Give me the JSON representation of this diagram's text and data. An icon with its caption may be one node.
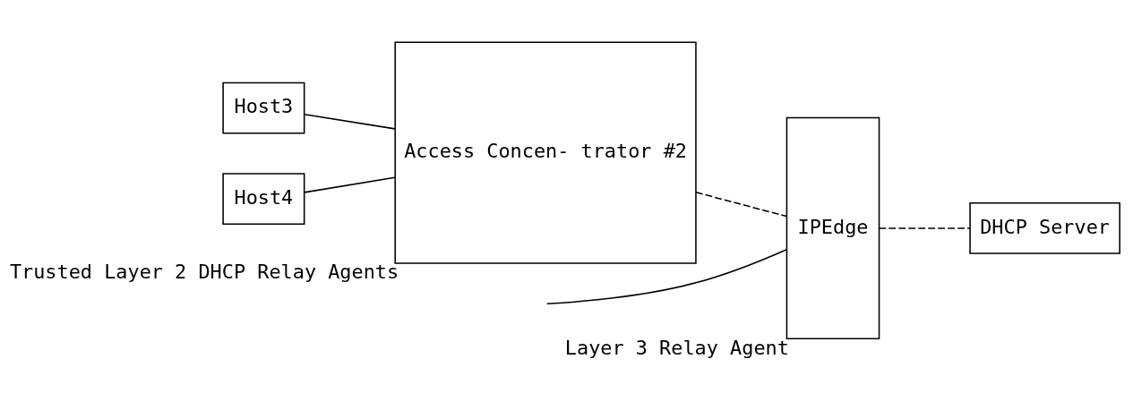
{
  "diagram": {
    "nodes": [
      {
        "text": [
          "Host3"
        ]
      },
      {
        "text": [
          "Host4"
        ]
      },
      {
        "text": [
          "Access Concen- trator #2"
        ],
        "beside": [
          "Trusted Layer 2 DHCP Relay Agents"
        ]
      },
      {
        "text": [
          "IPEdge"
        ],
        "beside": [
          "Layer 3 Relay Agent"
        ]
      },
      {
        "text": [
          "DHCP Server"
        ]
      }
    ],
    "edges": [
      {
        "from": 0,
        "to": 2,
        "arrow": "none"
      },
      {
        "from": 1,
        "to": 2,
        "arrow": "none"
      },
      {
        "from": 2,
        "to": 3,
        "arrow": "none",
        "style": "dashed"
      },
      {
        "from": null,
        "to": 3,
        "arrow": "none"
      },
      {
        "from": 3,
        "to": 4,
        "arrow": "none",
        "style": "dashed"
      }
    ]
  }
}
